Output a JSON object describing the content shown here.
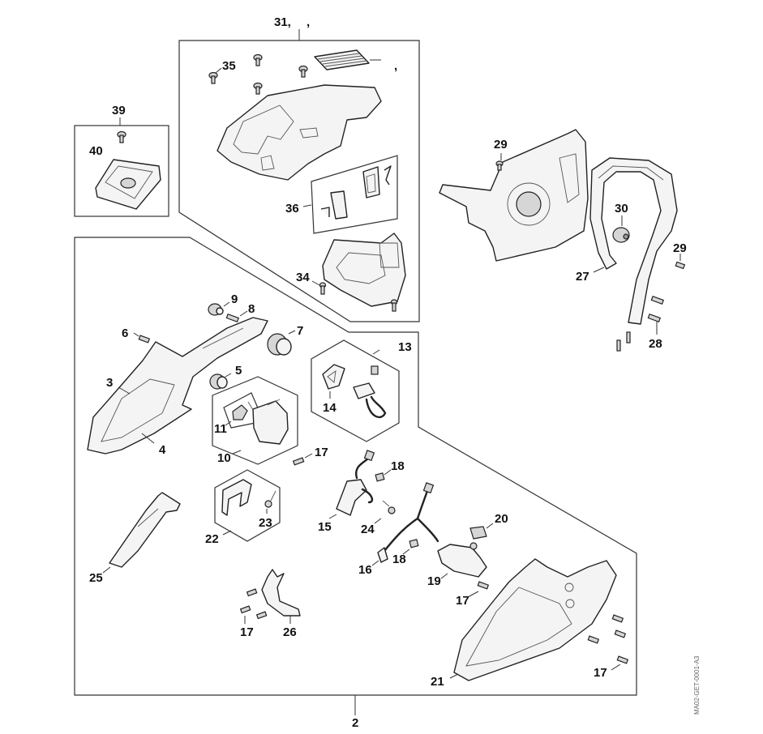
{
  "diagram": {
    "type": "exploded-parts-diagram",
    "groups": {
      "g31": {
        "label": "31,",
        "comma": ","
      },
      "g39": {
        "label": "39"
      },
      "g2": {
        "label": "2"
      },
      "g36": {
        "label": "36"
      },
      "g10": {
        "label": "10"
      },
      "g13": {
        "label": "13"
      },
      "g22": {
        "label": "22"
      }
    },
    "callouts": {
      "c3": "3",
      "c4": "4",
      "c5": "5",
      "c6": "6",
      "c7": "7",
      "c8": "8",
      "c9": "9",
      "c11": "11",
      "c14": "14",
      "c15": "15",
      "c16": "16",
      "c17a": "17",
      "c17b": "17",
      "c17c": "17",
      "c17d": "17",
      "c18a": "18",
      "c18b": "18",
      "c19": "19",
      "c20": "20",
      "c21": "21",
      "c23": "23",
      "c24": "24",
      "c25": "25",
      "c26": "26",
      "c27": "27",
      "c28": "28",
      "c29a": "29",
      "c29b": "29",
      "c30": "30",
      "c34": "34",
      "c35": "35",
      "c40": "40",
      "filter_comma": ","
    },
    "drawing_code": "MA02-GET-0001-A3"
  }
}
